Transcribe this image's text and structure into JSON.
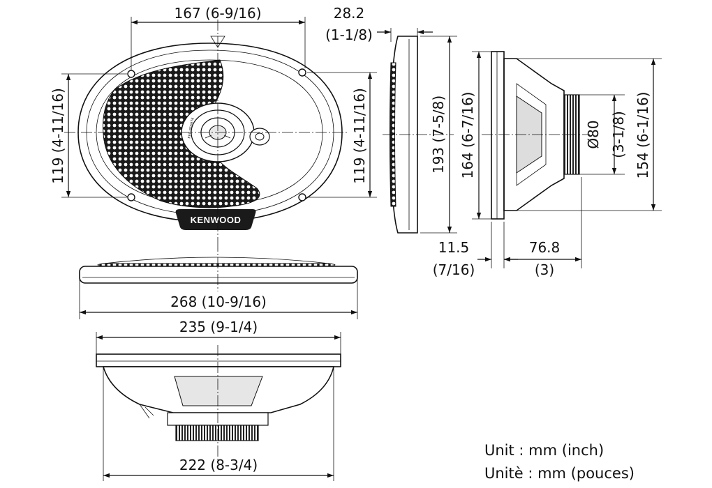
{
  "brand": "KENWOOD",
  "dimensions": {
    "top_width": "167 (6-9/16)",
    "left_height": "119 (4-11/16)",
    "right_height": "119 (4-11/16)",
    "grille_depth_mm": "28.2",
    "grille_depth_in": "(1-1/8)",
    "grille_height": "193 (7-5/8)",
    "body_height": "164 (6-7/16)",
    "magnet_diameter_mm": "Ø80",
    "magnet_diameter_in": "(3-1/8)",
    "overall_height": "154 (6-1/16)",
    "flange_mm": "11.5",
    "flange_in": "(7/16)",
    "mount_depth_mm": "76.8",
    "mount_depth_in": "(3)",
    "overall_width": "268 (10-9/16)",
    "frame_width": "235 (9-1/4)",
    "basket_width": "222 (8-3/4)"
  },
  "units": {
    "en": "Unit : mm (inch)",
    "fr": "Unitè : mm (pouces)"
  }
}
